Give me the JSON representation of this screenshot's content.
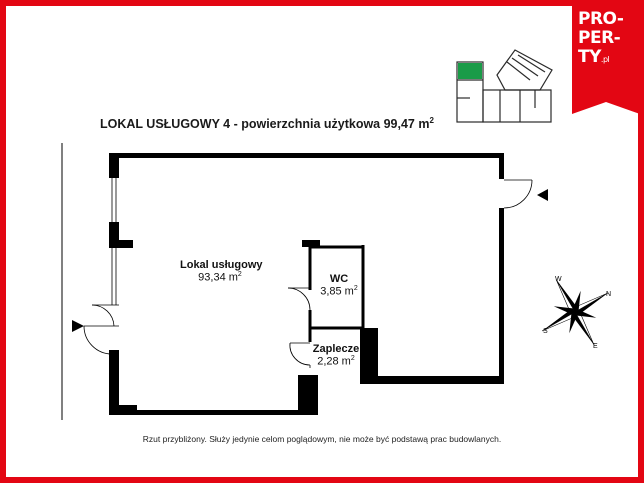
{
  "header": {
    "title": "LOKAL USŁUGOWY 4   - powierzchnia użytkowa  99,47 m",
    "title_sup": "2"
  },
  "rooms": [
    {
      "name": "Lokal usługowy",
      "area": "93,34 m",
      "sup": "2"
    },
    {
      "name": "WC",
      "area": "3,85 m",
      "sup": "2"
    },
    {
      "name": "Zaplecze",
      "area": "2,28 m",
      "sup": "2"
    }
  ],
  "compass": {
    "n": "N",
    "s": "S",
    "e": "E",
    "w": "W"
  },
  "disclaimer": "Rzut przybliżony. Służy jedynie celom poglądowym, nie może być podstawą prac budowlanych.",
  "logo": {
    "line1": "PRO-",
    "line2": "PER-",
    "line3": "TY",
    "suffix": ".pl"
  },
  "colors": {
    "frame": "#e30613",
    "wall": "#000000",
    "highlight": "#1a9b48",
    "keyplan": "#2a2a2a"
  }
}
